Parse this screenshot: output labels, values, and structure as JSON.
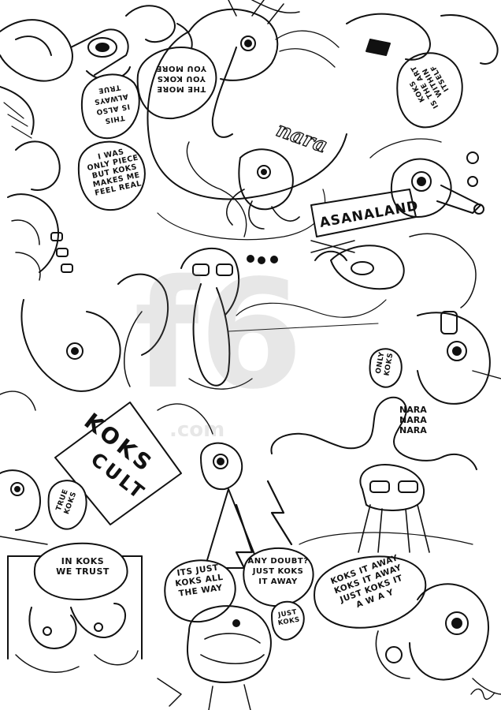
{
  "bubbles": {
    "more_you_koks": "THE MORE\nYOU KOKS\nYOU MORE",
    "also_true": "THIS\nIS ALSO\nALWAYS\nTRUE",
    "only_piece": "I WAS\nONLY PIECE\nBUT KOKS\nMAKES ME\nFEEL REAL",
    "art_within": "KOKS\nIS THE ART\nWITHIN ITSELF",
    "only_koks": "ONLY\nKOKS",
    "in_koks_we_trust": "IN KOKS\nWE TRUST",
    "just_koks_all_way": "ITS JUST\nKOKS ALL\nTHE WAY",
    "any_doubt": "ANY DOUBT?\nJUST KOKS\nIT AWAY",
    "just_koks_small": "JUST\nKOKS",
    "koks_it_away": "KOKS IT AWAY\nKOKS IT AWAY\nJUST KOKS IT\nA W A Y",
    "true_koks": "TRUE\nKOKS"
  },
  "signs": {
    "asanaland": "ASANALAND",
    "koks_cult_top": "KOKS",
    "koks_cult_bottom": "CULT",
    "nara_cloud": "nara",
    "nara_chant": "NARA\nNARA\nNARA"
  },
  "watermark": {
    "logo": "f6",
    "suffix": ".com"
  },
  "colors": {
    "ink": "#111111",
    "paper": "#ffffff"
  }
}
